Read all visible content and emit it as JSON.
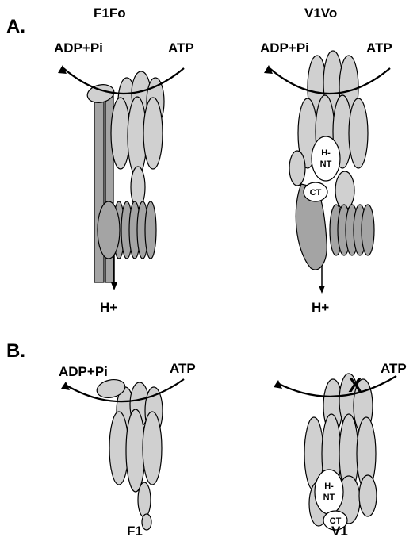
{
  "panels": {
    "a": {
      "label": "A.",
      "left": {
        "title": "F1Fo",
        "substrate": "ADP+Pi",
        "product": "ATP",
        "proton": "H+"
      },
      "right": {
        "title": "V1Vo",
        "substrate": "ADP+Pi",
        "product": "ATP",
        "proton": "H+",
        "hnt_line1": "H-",
        "hnt_line2": "NT",
        "ct": "CT"
      }
    },
    "b": {
      "label": "B.",
      "left": {
        "caption": "F1",
        "substrate": "ADP+Pi",
        "product": "ATP"
      },
      "right": {
        "caption": "V1",
        "product": "ATP",
        "blocked_mark": "X",
        "hnt_line1": "H-",
        "hnt_line2": "NT",
        "ct": "CT"
      }
    }
  },
  "colors": {
    "subunit_light": "#d0d0d0",
    "subunit_dark": "#a4a4a4",
    "outline": "#000000",
    "background": "#ffffff"
  }
}
